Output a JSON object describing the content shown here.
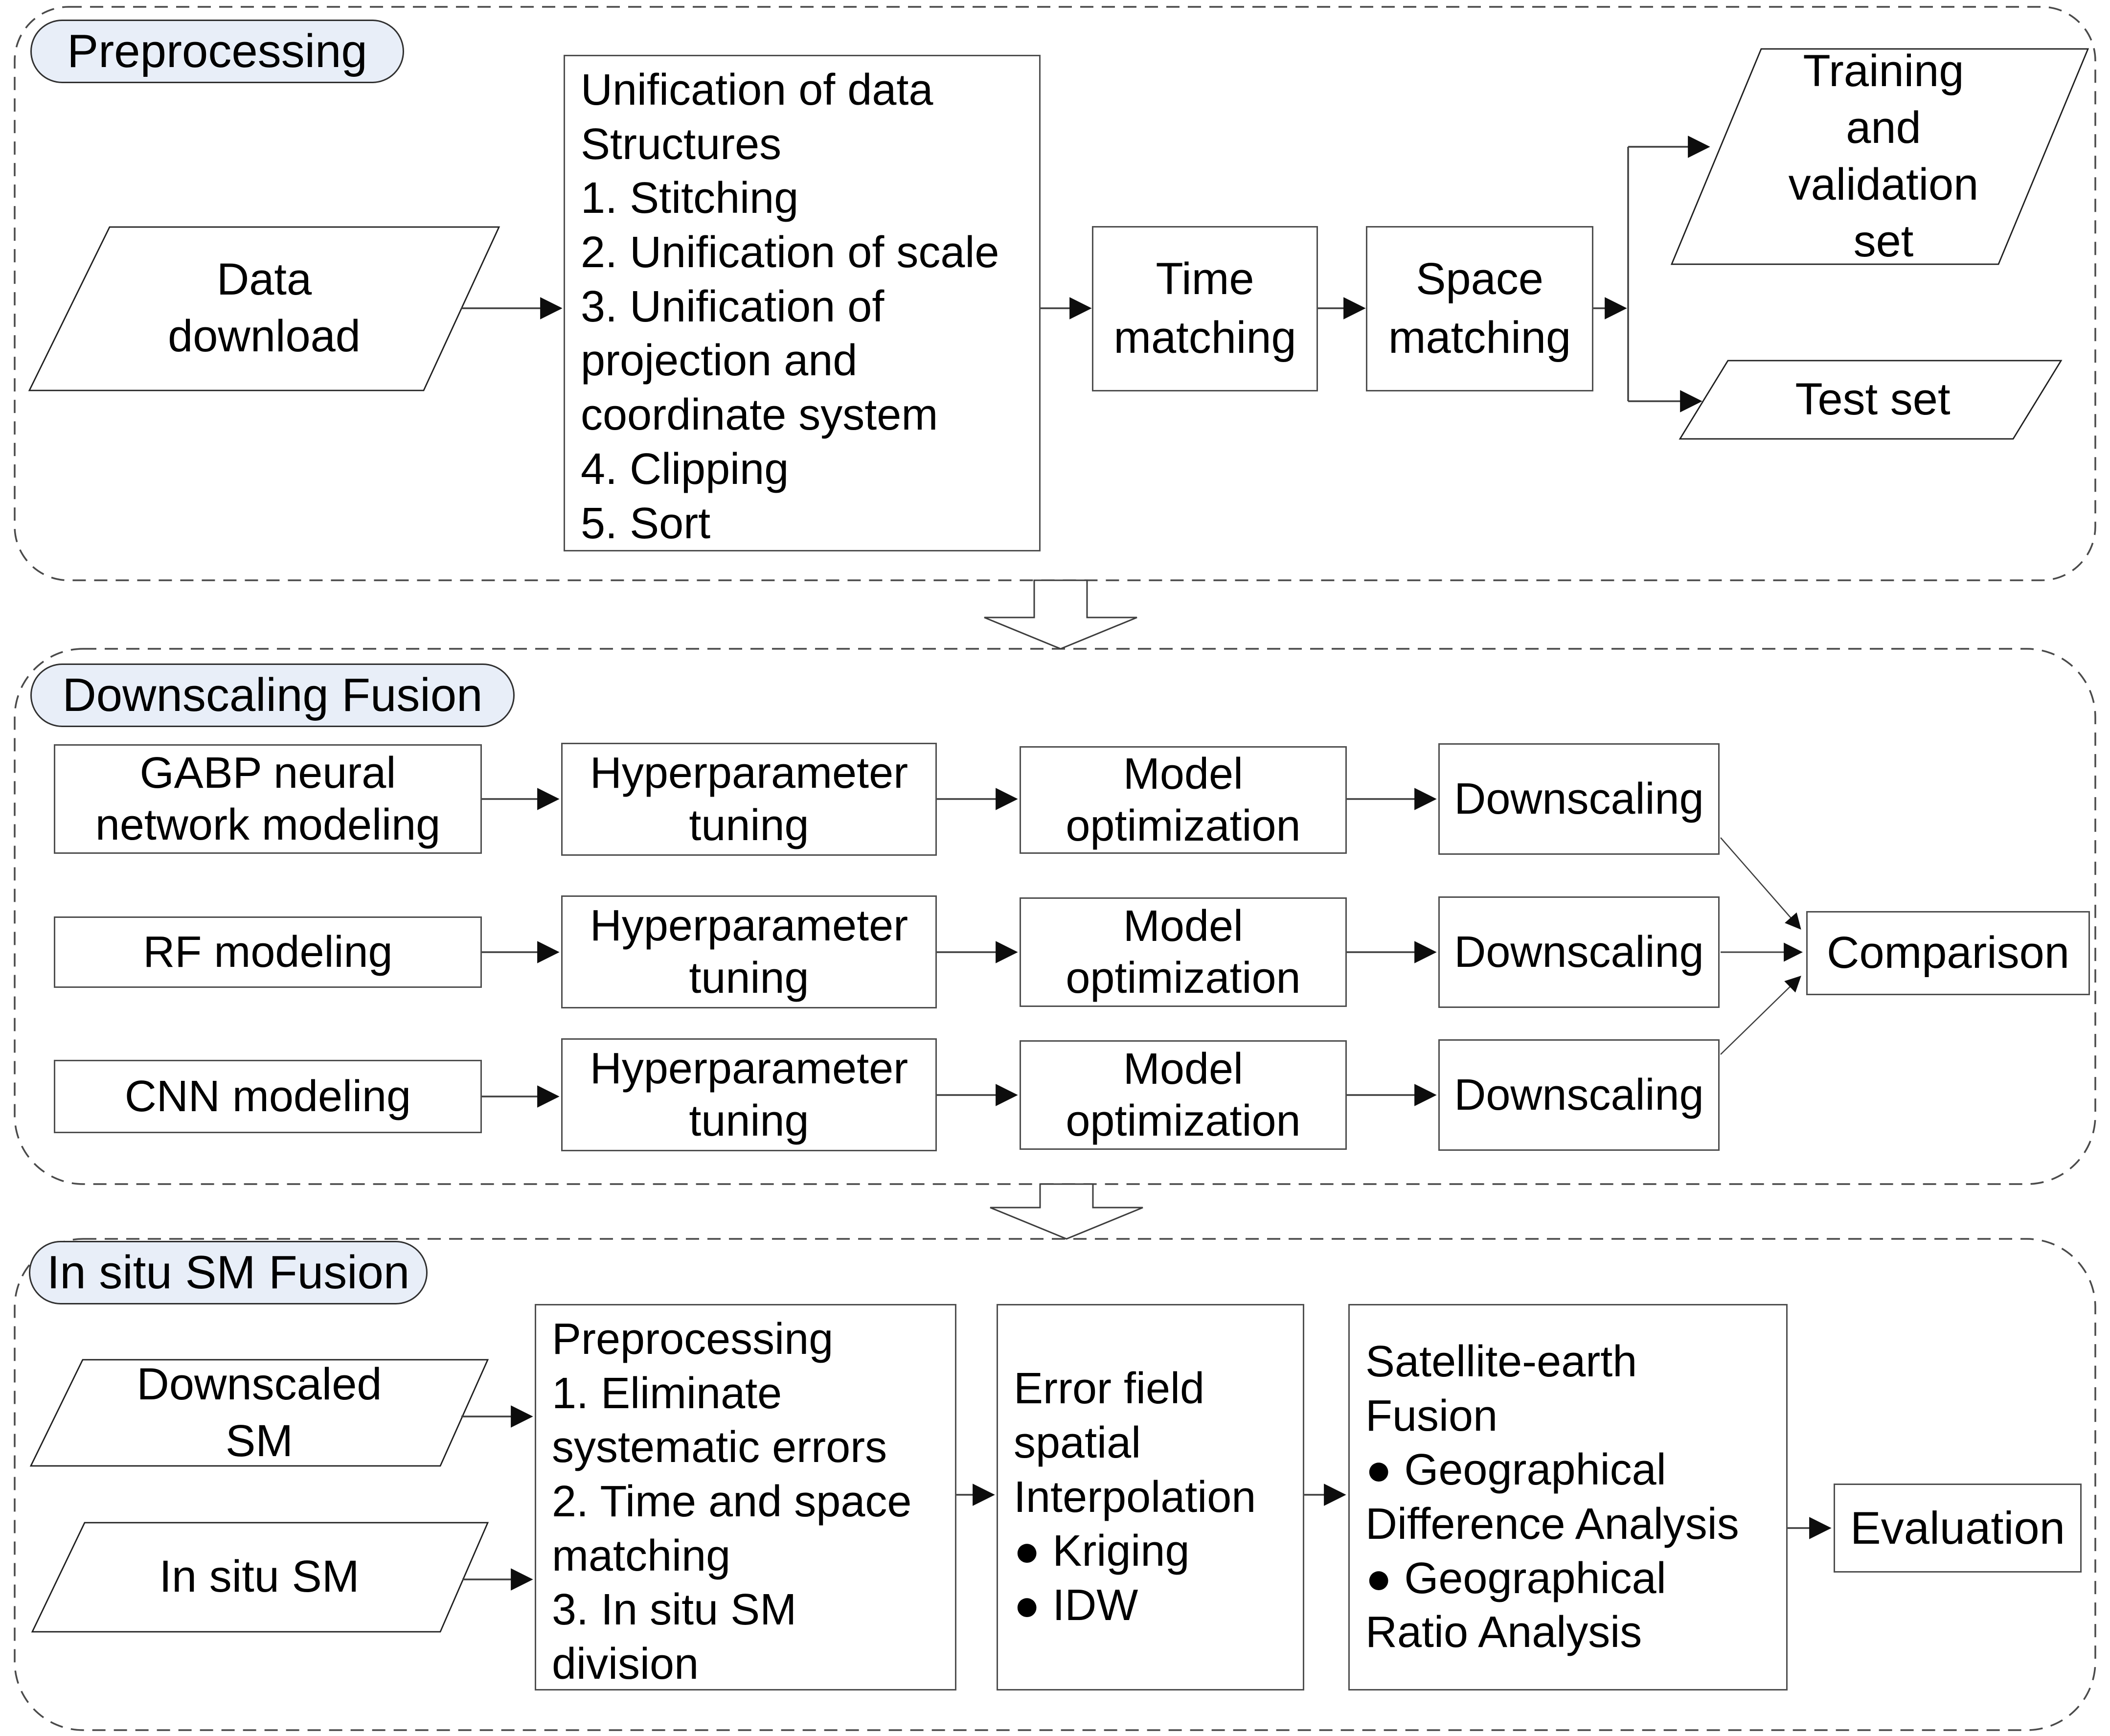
{
  "title": "Soil moisture downscaling and fusion flowchart",
  "colors": {
    "pill_fill": "#e8eef8",
    "pill_border": "#303030",
    "box_border": "#4f4f4f",
    "shape_stroke": "#1f1f1f",
    "line": "#3f3f3f",
    "arrow_fill": "#0d0d0d",
    "dash_border": "#4a4a4a"
  },
  "sections": {
    "preprocessing": {
      "label": "Preprocessing",
      "data_download": "Data\ndownload",
      "unification": "Unification of data\nStructures\n1. Stitching\n2. Unification of scale\n3. Unification of\nprojection and\ncoordinate system\n4. Clipping\n5. Sort",
      "time_matching": "Time\nmatching",
      "space_matching": "Space\nmatching",
      "training_set": "Training\nand\nvalidation\nset",
      "test_set": "Test set"
    },
    "downscaling_fusion": {
      "label": "Downscaling Fusion",
      "rows": [
        {
          "model": "GABP neural\nnetwork modeling",
          "tuning": "Hyperparameter\ntuning",
          "optimization": "Model\noptimization",
          "downscaling": "Downscaling"
        },
        {
          "model": "RF modeling",
          "tuning": "Hyperparameter\ntuning",
          "optimization": "Model\noptimization",
          "downscaling": "Downscaling"
        },
        {
          "model": "CNN modeling",
          "tuning": "Hyperparameter\ntuning",
          "optimization": "Model\noptimization",
          "downscaling": "Downscaling"
        }
      ],
      "comparison": "Comparison"
    },
    "in_situ_fusion": {
      "label": "In situ SM Fusion",
      "downscaled_sm": "Downscaled\nSM",
      "in_situ_sm": "In situ SM",
      "preprocessing_steps": "Preprocessing\n1. Eliminate\nsystematic errors\n2. Time and space\nmatching\n3. In situ SM\ndivision",
      "interpolation": "Error field\nspatial\nInterpolation\n● Kriging\n● IDW",
      "satellite_fusion": "Satellite-earth\nFusion\n● Geographical\nDifference Analysis\n● Geographical\nRatio Analysis",
      "evaluation": "Evaluation"
    }
  }
}
